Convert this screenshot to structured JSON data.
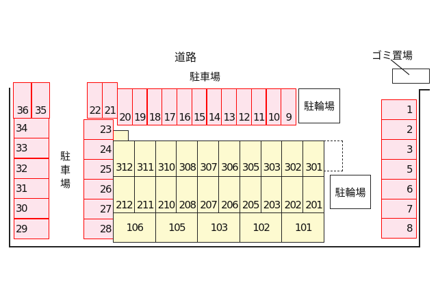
{
  "labels": {
    "road": "道路",
    "parking_top": "駐車場",
    "parking_left": "駐車場",
    "bike1": "駐輪場",
    "bike2": "駐輪場",
    "garbage": "ゴミ置場"
  },
  "parking": {
    "top_pair_left": [
      "36",
      "35"
    ],
    "left_column": [
      "34",
      "33",
      "32",
      "31",
      "30",
      "29"
    ],
    "top_pair_mid": [
      "22",
      "21"
    ],
    "mid_column": [
      "23",
      "24",
      "25",
      "26",
      "27",
      "28"
    ],
    "top_row": [
      "20",
      "19",
      "18",
      "17",
      "16",
      "15",
      "14",
      "13",
      "12",
      "11",
      "10",
      "9"
    ],
    "right_column": [
      "1",
      "2",
      "3",
      "5",
      "6",
      "7",
      "8"
    ]
  },
  "building": {
    "floor3": [
      "312",
      "311",
      "310",
      "308",
      "307",
      "306",
      "305",
      "303",
      "302",
      "301"
    ],
    "floor2": [
      "212",
      "211",
      "210",
      "208",
      "207",
      "206",
      "205",
      "203",
      "202",
      "201"
    ],
    "floor1": [
      "106",
      "105",
      "103",
      "102",
      "101"
    ]
  },
  "colors": {
    "parking_fill": "#fde4ec",
    "parking_border": "#ff0000",
    "building_fill": "#fdfad0"
  }
}
